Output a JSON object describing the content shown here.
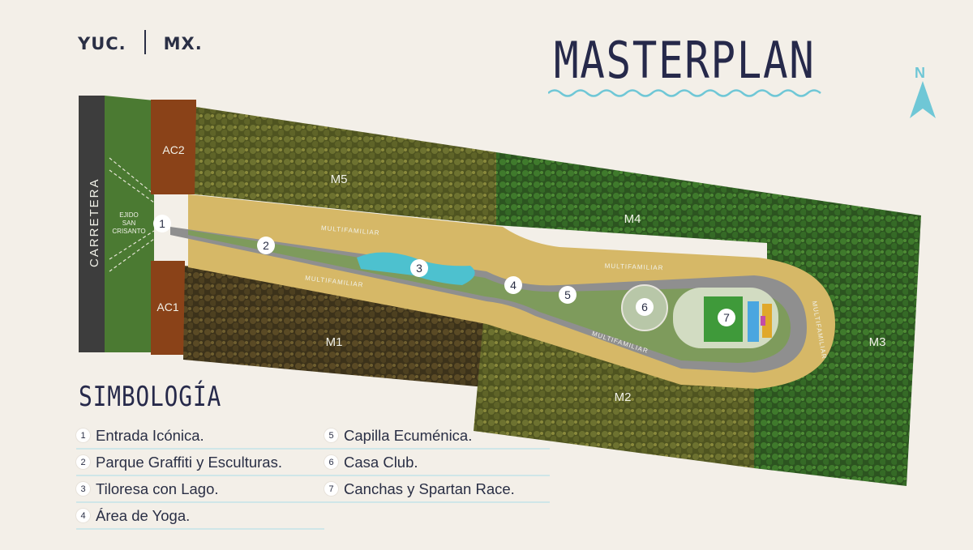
{
  "header": {
    "region": "YUC.",
    "country": "MX.",
    "title": "MASTERPLAN",
    "north": "N"
  },
  "map": {
    "road_label": "CARRETERA",
    "ejido_label": [
      "EJIDO",
      "SAN",
      "CRISANTO"
    ],
    "lots": {
      "ac1": "AC1",
      "ac2": "AC2",
      "m1": "M1",
      "m2": "M2",
      "m3": "M3",
      "m4": "M4",
      "m5": "M5"
    },
    "street_label": "MULTIFAMILIAR",
    "markers": [
      "1",
      "2",
      "3",
      "4",
      "5",
      "6",
      "7"
    ],
    "colors": {
      "forest_dark": "#2f5a22",
      "forest_olive": "#5b5e24",
      "forest_brown": "#4a3a1c",
      "multifamiliar_band": "#d6b867",
      "commercial": "#8a4218",
      "road": "#3d3d3d",
      "accent": "#6fc7d6"
    }
  },
  "legend": {
    "title": "SIMBOLOGÍA",
    "items": [
      {
        "num": "1",
        "label": "Entrada Icónica."
      },
      {
        "num": "5",
        "label": "Capilla Ecuménica."
      },
      {
        "num": "2",
        "label": "Parque Graffiti y Esculturas."
      },
      {
        "num": "6",
        "label": "Casa Club."
      },
      {
        "num": "3",
        "label": "Tiloresa con Lago."
      },
      {
        "num": "7",
        "label": "Canchas y Spartan Race."
      },
      {
        "num": "4",
        "label": "Área de Yoga."
      }
    ]
  }
}
